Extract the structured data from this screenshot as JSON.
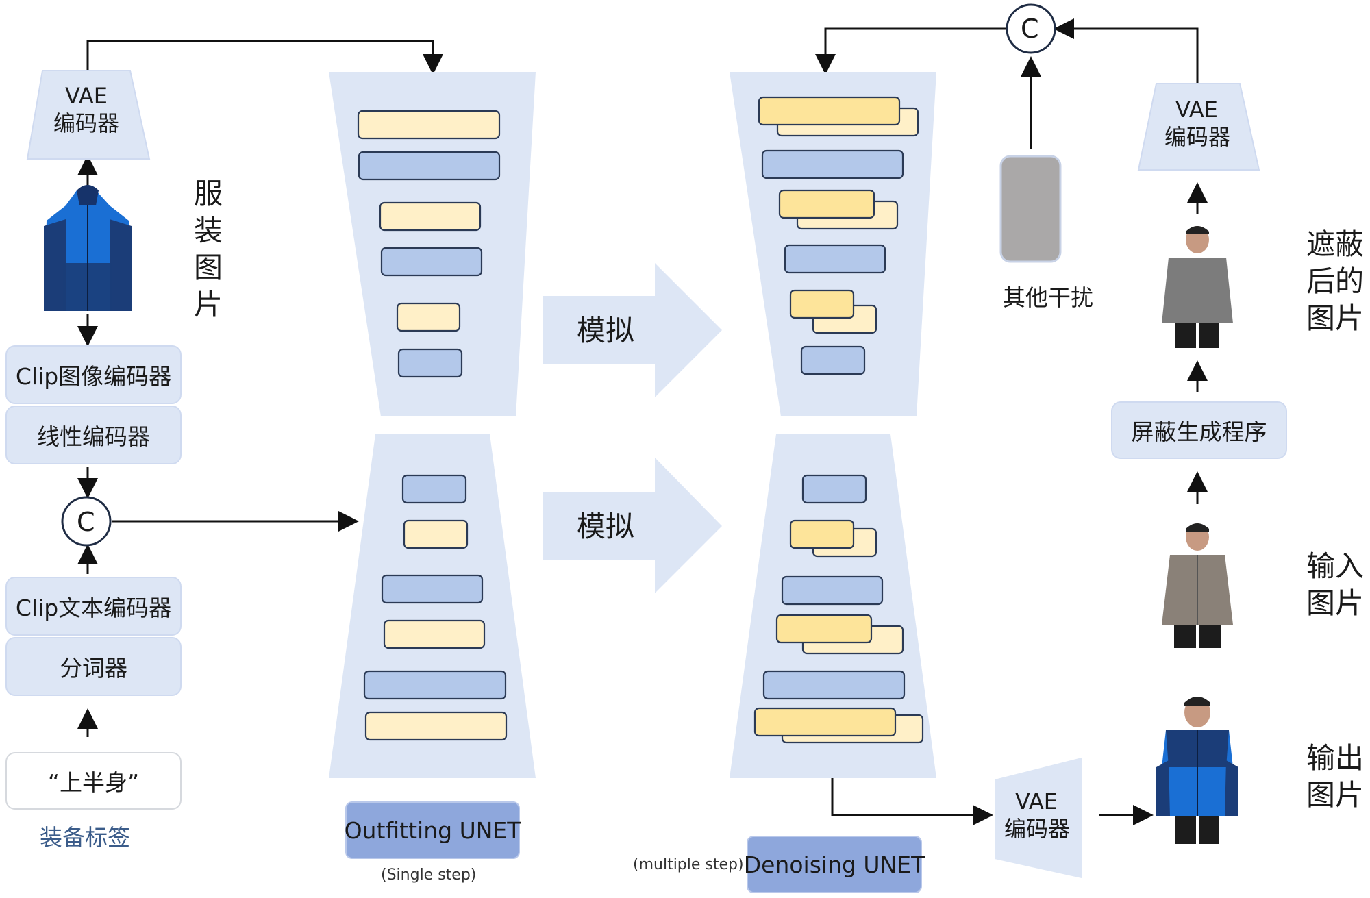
{
  "left": {
    "vae_encoder": {
      "line1": "VAE",
      "line2": "编码器"
    },
    "garment_image_label": "服装图片",
    "clip_image_encoder": "Clip图像编码器",
    "linear_encoder": "线性编码器",
    "concat_symbol": "C",
    "clip_text_encoder": "Clip文本编码器",
    "tokenizer": "分词器",
    "tag_text": "“上半身”",
    "equipment_tag_label": "装备标签"
  },
  "middle": {
    "simulate_top": "模拟",
    "simulate_bottom": "模拟",
    "outfitting_unet": "Outfitting UNET",
    "single_step": "(Single step)",
    "denoising_unet": "Denoising UNET",
    "multiple_step": "(multiple step)"
  },
  "right": {
    "concat_symbol": "C",
    "other_interference": "其他干扰",
    "vae_encoder_top": {
      "line1": "VAE",
      "line2": "编码器"
    },
    "masked_image_label": "遮蔽后的图片",
    "mask_generator": "屏蔽生成程序",
    "input_image_label": "输入图片",
    "vae_encoder_bottom": {
      "line1": "VAE",
      "line2": "编码器"
    },
    "output_image_label": "输出图片"
  },
  "colors": {
    "unet_bg": "#dde6f5",
    "yellow_block": "#fff0c8",
    "yellow_block_strong": "#fde49a",
    "blue_block": "#b3c8ea",
    "block_border": "#2b3a55",
    "arrow": "#111111",
    "tag_label": "#3b5c8a"
  },
  "icons": [
    "jacket-icon",
    "person-icon",
    "concat-icon",
    "arrow-icon"
  ]
}
